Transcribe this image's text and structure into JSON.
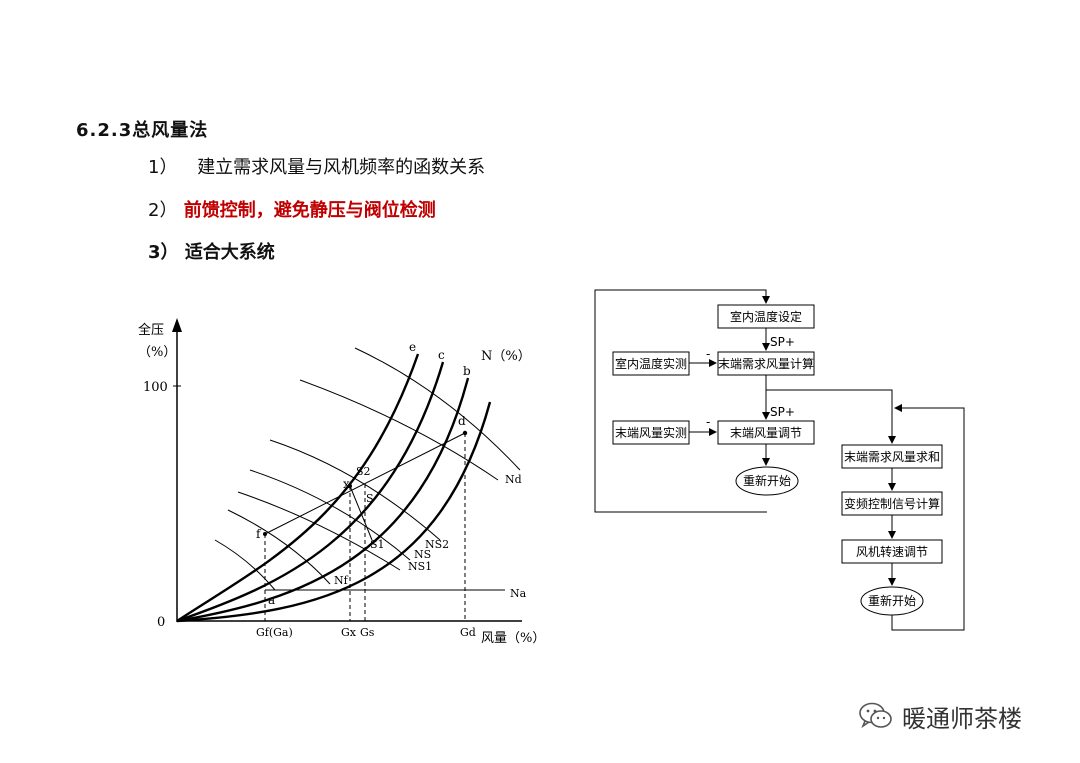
{
  "section": {
    "title": "6.2.3总风量法",
    "points": [
      {
        "num": "1）",
        "text": "建立需求风量与风机频率的函数关系"
      },
      {
        "num": "2）",
        "text": "前馈控制，避免静压与阀位检测"
      },
      {
        "num": "3）",
        "text": "适合大系统"
      }
    ]
  },
  "colors": {
    "highlight": "#c00000",
    "text": "#111111",
    "line": "#000000"
  },
  "chart": {
    "y_label_1": "全压",
    "y_label_2": "（%）",
    "y_tick_100": "100",
    "origin": "0",
    "x_label": "风量（%）",
    "fan_curve_label": "N（%）",
    "curve_labels": [
      "e",
      "c",
      "b"
    ],
    "point_labels": {
      "d": "d",
      "f": "f",
      "a": "a",
      "x": "x",
      "S2": "S2",
      "S": "S",
      "S1": "S1"
    },
    "line_labels": {
      "Nd": "Nd",
      "Na": "Na",
      "Nf": "Nf",
      "NS2": "NS2",
      "NS": "NS",
      "NS1": "NS1"
    },
    "x_ticks": [
      "Gf(Ga)",
      "Gx",
      "Gs",
      "Gd"
    ]
  },
  "flowchart": {
    "box_room_temp_set": "室内温度设定",
    "box_room_temp_measured": "室内温度实测",
    "box_terminal_demand_calc": "末端需求风量计算",
    "box_terminal_flow_measured": "末端风量实测",
    "box_terminal_flow_adjust": "末端风量调节",
    "restart_1": "重新开始",
    "box_demand_sum": "末端需求风量求和",
    "box_vfd_signal_calc": "变频控制信号计算",
    "box_fan_speed_adjust": "风机转速调节",
    "restart_2": "重新开始",
    "sp_plus_1": "SP+",
    "sp_plus_2": "SP+",
    "minus_1": "-",
    "minus_2": "-"
  },
  "watermark": {
    "text": "暖通师茶楼",
    "icon": "wechat-icon"
  }
}
